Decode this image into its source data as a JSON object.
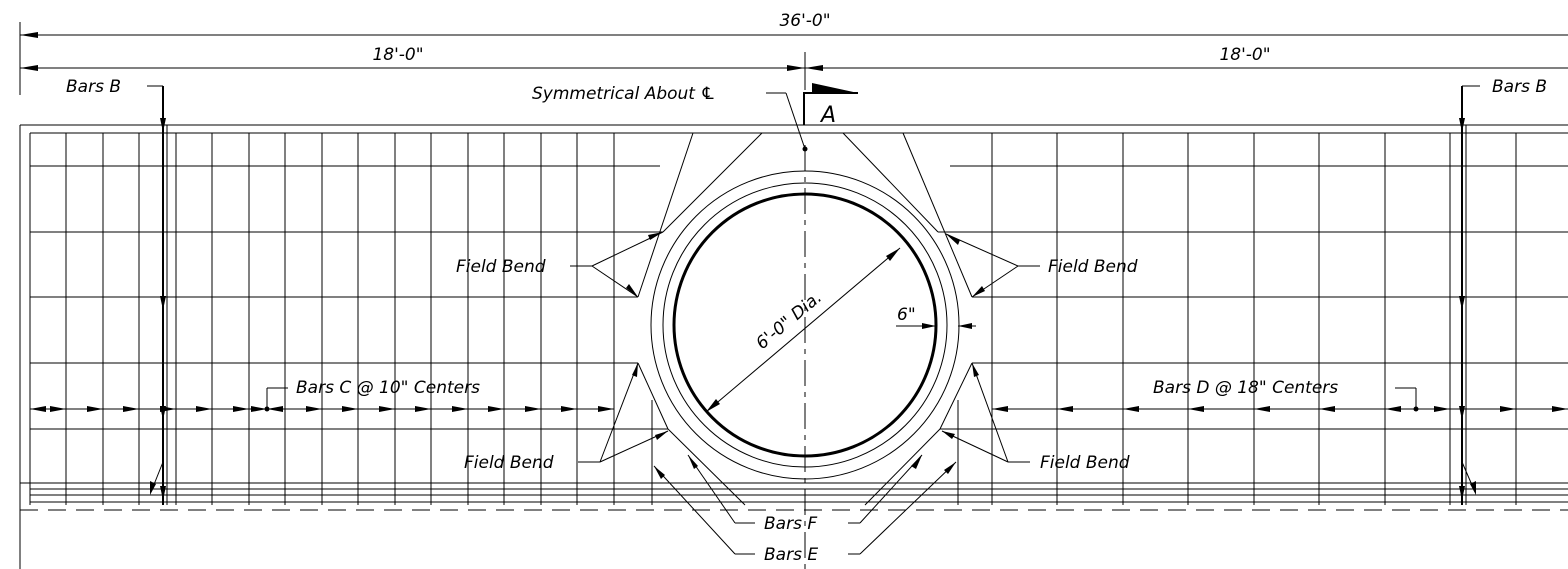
{
  "dimensions": {
    "overall": "36'-0\"",
    "left_half": "18'-0\"",
    "right_half": "18'-0\""
  },
  "labels": {
    "bars_b_left": "Bars B",
    "bars_b_right": "Bars B",
    "symmetrical": "Symmetrical About ℄",
    "section_mark": "A",
    "field_bend_ul": "Field Bend",
    "field_bend_ur": "Field Bend",
    "field_bend_ll": "Field Bend",
    "field_bend_lr": "Field Bend",
    "diameter": "6'-0\" Dia.",
    "clearance": "6\"",
    "bars_c": "Bars C @ 10\" Centers",
    "bars_d": "Bars D @ 18\"  Centers",
    "bars_f": "Bars F",
    "bars_e": "Bars E"
  }
}
